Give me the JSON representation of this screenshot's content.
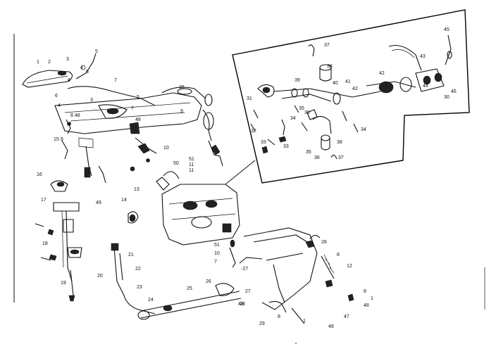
{
  "diagram": {
    "labels": [
      {
        "id": "l1",
        "text": "1"
      },
      {
        "id": "l2",
        "text": "2"
      },
      {
        "id": "l3",
        "text": "3"
      },
      {
        "id": "l4",
        "text": "4"
      },
      {
        "id": "l5",
        "text": "5"
      },
      {
        "id": "l6",
        "text": "6"
      },
      {
        "id": "l7",
        "text": "7"
      },
      {
        "id": "l8",
        "text": "8"
      },
      {
        "id": "l9",
        "text": "9"
      },
      {
        "id": "l5b",
        "text": "5"
      },
      {
        "id": "l6b",
        "text": "6"
      },
      {
        "id": "l4b",
        "text": "4"
      },
      {
        "id": "l3b",
        "text": "3"
      },
      {
        "id": "l7b",
        "text": "7"
      },
      {
        "id": "l48a",
        "text": "48"
      },
      {
        "id": "l8a",
        "text": "8"
      },
      {
        "id": "l48b",
        "text": "8 48"
      },
      {
        "id": "l15",
        "text": "15"
      },
      {
        "id": "l16",
        "text": "16"
      },
      {
        "id": "l17",
        "text": "17"
      },
      {
        "id": "l18",
        "text": "18"
      },
      {
        "id": "l19",
        "text": "19"
      },
      {
        "id": "l20",
        "text": "20"
      },
      {
        "id": "l21",
        "text": "21"
      },
      {
        "id": "l22",
        "text": "22"
      },
      {
        "id": "l23",
        "text": "23"
      },
      {
        "id": "l24",
        "text": "24"
      },
      {
        "id": "l25",
        "text": "25"
      },
      {
        "id": "l26",
        "text": "26"
      },
      {
        "id": "l27",
        "text": "27"
      },
      {
        "id": "l27b",
        "text": "-27"
      },
      {
        "id": "l28",
        "text": "28"
      },
      {
        "id": "l28b",
        "text": "28"
      },
      {
        "id": "l29",
        "text": "29"
      },
      {
        "id": "l47",
        "text": "47"
      },
      {
        "id": "l48c",
        "text": "48"
      },
      {
        "id": "l8c",
        "text": "8"
      },
      {
        "id": "l1c",
        "text": "1"
      },
      {
        "id": "l48d",
        "text": "48"
      },
      {
        "id": "l1d",
        "text": "1"
      },
      {
        "id": "l8d",
        "text": "8"
      },
      {
        "id": "l48e",
        "text": "48"
      },
      {
        "id": "l8e",
        "text": "8"
      },
      {
        "id": "l12",
        "text": "12"
      },
      {
        "id": "l13",
        "text": "13"
      },
      {
        "id": "l14",
        "text": "14"
      },
      {
        "id": "l49",
        "text": "49"
      },
      {
        "id": "l50",
        "text": "50"
      },
      {
        "id": "l10",
        "text": "10"
      },
      {
        "id": "l51",
        "text": "51"
      },
      {
        "id": "l11",
        "text": "11"
      },
      {
        "id": "l11b",
        "text": "11"
      },
      {
        "id": "l51b",
        "text": "51"
      },
      {
        "id": "l10b",
        "text": "10"
      },
      {
        "id": "l7c",
        "text": "7"
      },
      {
        "id": "l36a",
        "text": "36"
      },
      {
        "id": "l37a",
        "text": "37"
      },
      {
        "id": "l38a",
        "text": "38"
      },
      {
        "id": "l39",
        "text": "39"
      },
      {
        "id": "l40",
        "text": "40"
      },
      {
        "id": "l41",
        "text": "41"
      },
      {
        "id": "l42a",
        "text": "42"
      },
      {
        "id": "l42b",
        "text": "42"
      },
      {
        "id": "l43",
        "text": "43"
      },
      {
        "id": "l44",
        "text": "44"
      },
      {
        "id": "l45",
        "text": "45"
      },
      {
        "id": "l46",
        "text": "46"
      },
      {
        "id": "l30",
        "text": "30"
      },
      {
        "id": "l31",
        "text": "31"
      },
      {
        "id": "l32",
        "text": "32"
      },
      {
        "id": "l33a",
        "text": "33"
      },
      {
        "id": "l33b",
        "text": "33"
      },
      {
        "id": "l34a",
        "text": "34"
      },
      {
        "id": "l34b",
        "text": "34"
      },
      {
        "id": "l35a",
        "text": "35"
      },
      {
        "id": "l35b",
        "text": "35"
      },
      {
        "id": "l36b",
        "text": "36"
      },
      {
        "id": "l37b",
        "text": "37"
      },
      {
        "id": "l38b",
        "text": "38"
      },
      {
        "id": "l38c",
        "text": "38"
      }
    ]
  }
}
